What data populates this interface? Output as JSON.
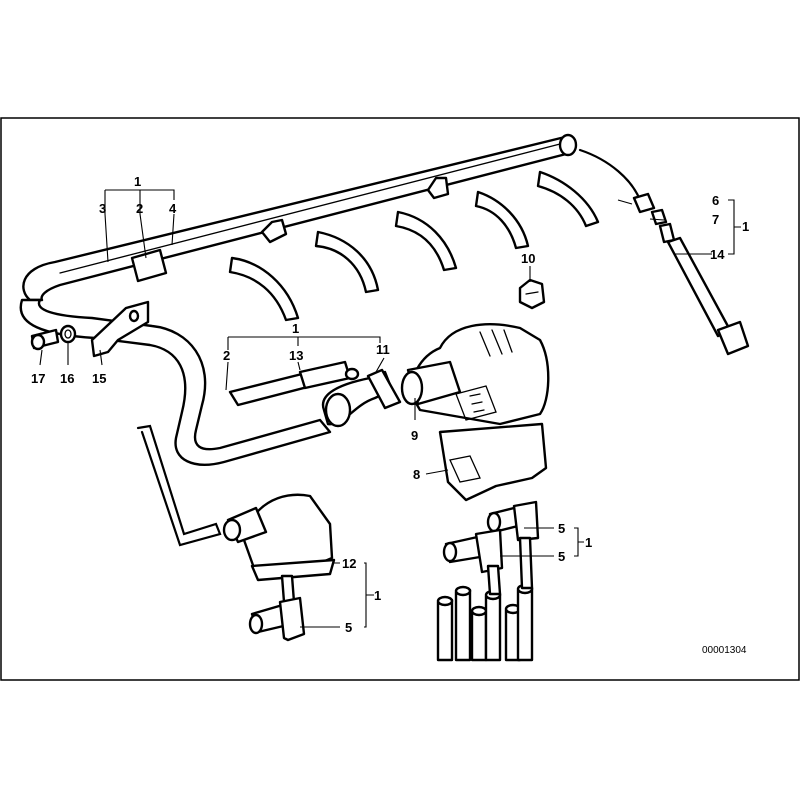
{
  "callouts": {
    "c1_top": "1",
    "c3": "3",
    "c2_top": "2",
    "c4": "4",
    "c6": "6",
    "c7": "7",
    "c1_right": "1",
    "c14": "14",
    "c10": "10",
    "c1_mid": "1",
    "c2_mid": "2",
    "c13": "13",
    "c11": "11",
    "c17": "17",
    "c16": "16",
    "c15": "15",
    "c9": "9",
    "c8": "8",
    "c5_upper": "5",
    "c5_lower": "5",
    "c1_plugs": "1",
    "c12": "12",
    "c1_bottom": "1",
    "c5_bottom": "5"
  },
  "reference_number": "00001304"
}
